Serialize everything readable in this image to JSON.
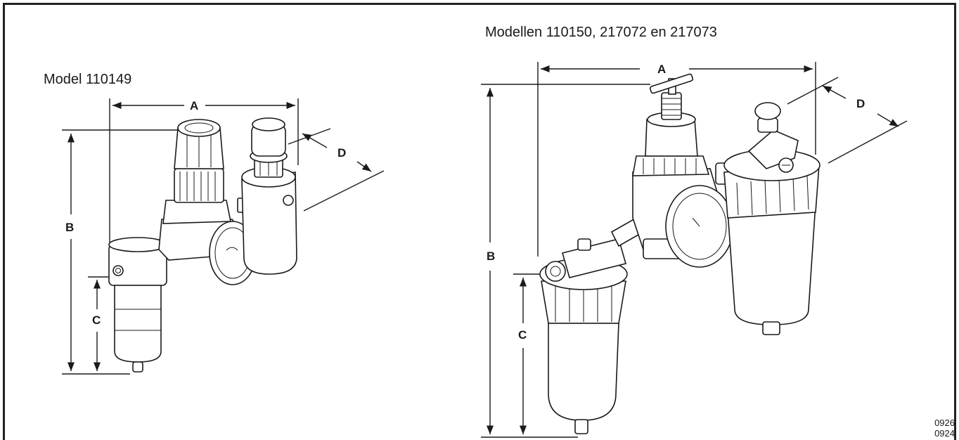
{
  "figure": {
    "left_title": "Model 110149",
    "right_title": "Modellen 110150, 217072 en 217073",
    "left_labels": {
      "a": "A",
      "b": "B",
      "c": "C",
      "d": "D"
    },
    "right_labels": {
      "a": "A",
      "b": "B",
      "c": "C",
      "d": "D"
    },
    "figure_codes": [
      "0926",
      "0924"
    ]
  }
}
